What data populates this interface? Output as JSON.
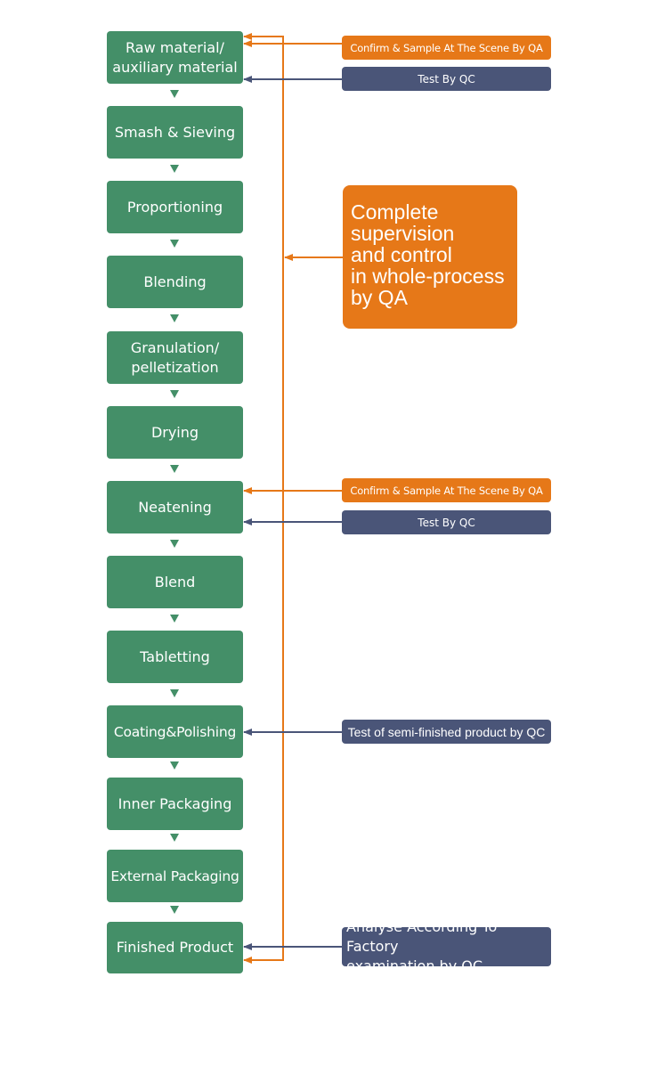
{
  "colors": {
    "step_fill": "#448f68",
    "qa_orange": "#e67818",
    "qc_navy": "#4a5578",
    "down_arrow": "#448f68"
  },
  "steps": [
    {
      "label": "Raw material/\nauxiliary material"
    },
    {
      "label": "Smash & Sieving"
    },
    {
      "label": "Proportioning"
    },
    {
      "label": "Blending"
    },
    {
      "label": "Granulation/\npelletization"
    },
    {
      "label": "Drying"
    },
    {
      "label": "Neatening"
    },
    {
      "label": "Blend"
    },
    {
      "label": "Tabletting"
    },
    {
      "label": "Coating&Polishing"
    },
    {
      "label": "Inner Packaging"
    },
    {
      "label": "External Packaging"
    },
    {
      "label": "Finished Product"
    }
  ],
  "side_notes": {
    "raw_qa": "Confirm & Sample At The Scene By QA",
    "raw_qc": "Test By QC",
    "neatening_qa": "Confirm & Sample At The Scene By QA",
    "neatening_qc": "Test By QC",
    "coating_qc": "Test of semi-finished product by QC",
    "finished_qc": "Analyse According To Factory\nexamination by QC"
  },
  "qa_panel": {
    "text": "Complete\nsupervision\nand control\nin whole-process\nby QA"
  }
}
